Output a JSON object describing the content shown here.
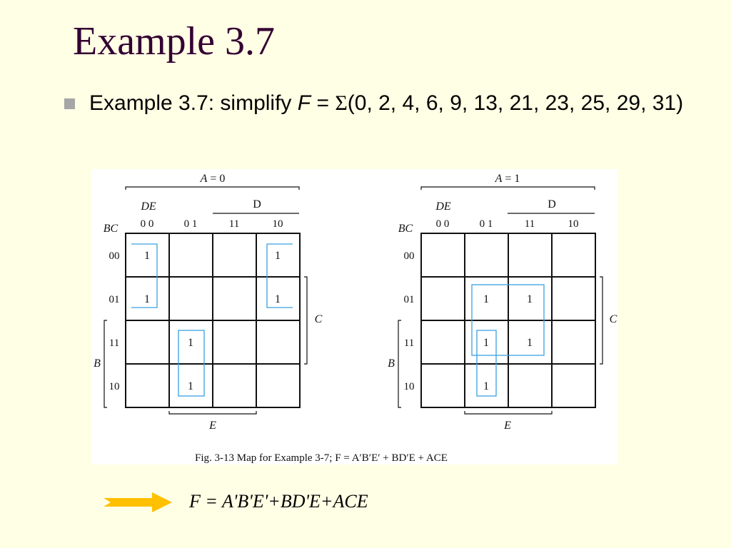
{
  "slide": {
    "title": "Example 3.7",
    "bullet": {
      "lead": "Example 3.7: simplify ",
      "var": "F",
      "eq": " = ",
      "sigma": "Σ",
      "terms": "(0, 2, 4, 6, 9, 13, 21, 23, 25, 29, 31)"
    },
    "result": "F = A'B'E'+BD'E+ACE"
  },
  "figure": {
    "caption": "Fig. 3-13  Map for Example 3-7; F = A′B′E′ + BD′E + ACE",
    "maps": [
      {
        "header": "A = 0",
        "de_label": "DE",
        "bc_label": "BC",
        "col_labels": [
          "0 0",
          "0 1",
          "11",
          "10"
        ],
        "row_labels": [
          "00",
          "01",
          "11",
          "10"
        ],
        "d_label": "D",
        "c_label": "C",
        "b_label": "B",
        "e_label": "E",
        "one": "1",
        "cells": [
          [
            1,
            0,
            0,
            1
          ],
          [
            1,
            0,
            0,
            1
          ],
          [
            0,
            1,
            0,
            0
          ],
          [
            0,
            1,
            0,
            0
          ]
        ]
      },
      {
        "header": "A = 1",
        "de_label": "DE",
        "bc_label": "BC",
        "col_labels": [
          "0 0",
          "0 1",
          "11",
          "10"
        ],
        "row_labels": [
          "00",
          "01",
          "11",
          "10"
        ],
        "d_label": "D",
        "c_label": "C",
        "b_label": "B",
        "e_label": "E",
        "one": "1",
        "cells": [
          [
            0,
            0,
            0,
            0
          ],
          [
            0,
            1,
            1,
            0
          ],
          [
            0,
            1,
            1,
            0
          ],
          [
            0,
            1,
            0,
            0
          ]
        ]
      }
    ],
    "colors": {
      "loop": "#3aa0e0",
      "arrow": "#ffc000",
      "title": "#330033"
    }
  }
}
